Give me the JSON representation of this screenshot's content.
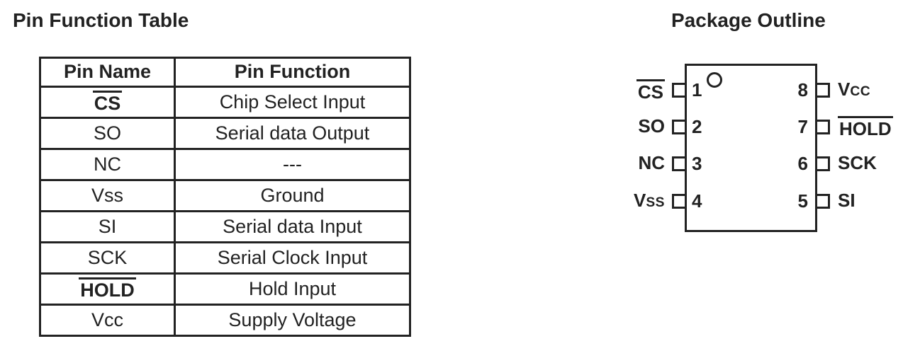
{
  "titles": {
    "table": "Pin Function Table",
    "package": "Package Outline"
  },
  "colors": {
    "ink": "#222222",
    "background": "#ffffff"
  },
  "pin_table": {
    "headers": [
      "Pin Name",
      "Pin Function"
    ],
    "rows": [
      {
        "name": "CS",
        "overline": true,
        "bold": true,
        "function": "Chip Select Input"
      },
      {
        "name": "SO",
        "overline": false,
        "bold": false,
        "function": "Serial data Output"
      },
      {
        "name": "NC",
        "overline": false,
        "bold": false,
        "function": "---"
      },
      {
        "name": "Vss",
        "overline": false,
        "bold": false,
        "function": "Ground"
      },
      {
        "name": "SI",
        "overline": false,
        "bold": false,
        "function": "Serial data Input"
      },
      {
        "name": "SCK",
        "overline": false,
        "bold": false,
        "function": "Serial Clock Input"
      },
      {
        "name": "HOLD",
        "overline": true,
        "bold": true,
        "function": "Hold Input"
      },
      {
        "name": "Vcc",
        "overline": false,
        "bold": false,
        "function": "Supply Voltage"
      }
    ]
  },
  "package": {
    "pin1_indicator": "circle",
    "left_pins": [
      {
        "number": "1",
        "label": "CS",
        "overline": true,
        "smallcaps": false
      },
      {
        "number": "2",
        "label": "SO",
        "overline": false,
        "smallcaps": false
      },
      {
        "number": "3",
        "label": "NC",
        "overline": false,
        "smallcaps": false
      },
      {
        "number": "4",
        "label": "Vss",
        "overline": false,
        "smallcaps": true
      }
    ],
    "right_pins": [
      {
        "number": "8",
        "label": "Vcc",
        "overline": false,
        "smallcaps": true
      },
      {
        "number": "7",
        "label": "HOLD",
        "overline": true,
        "smallcaps": false
      },
      {
        "number": "6",
        "label": "SCK",
        "overline": false,
        "smallcaps": false
      },
      {
        "number": "5",
        "label": "SI",
        "overline": false,
        "smallcaps": false
      }
    ]
  }
}
